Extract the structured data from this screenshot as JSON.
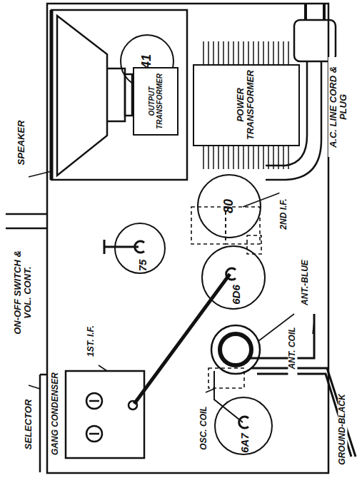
{
  "diagram": {
    "nodes": [
      {
        "text": [
          "41"
        ]
      },
      {
        "text": [
          "POWER TRANSFORMER"
        ]
      },
      {
        "text": [
          "OUTPUT TRANSFORMER"
        ]
      },
      {
        "text": [
          "80"
        ]
      },
      {
        "text": [
          "75"
        ]
      },
      {
        "text": [
          "6D6"
        ]
      },
      {
        "text": [
          "6A7"
        ]
      }
    ],
    "labels": [
      "SPEAKER",
      "ON-OFF SWITCH & VOL. CONT.",
      "SELECTOR",
      "GANG CONDENSER",
      "1ST. I.F.",
      "OSC. COIL",
      "ANT. COIL",
      "ANT.-BLUE",
      "GROUND-BLACK",
      "2ND I.F.",
      "A.C. LINE CORD & PLUG"
    ]
  }
}
